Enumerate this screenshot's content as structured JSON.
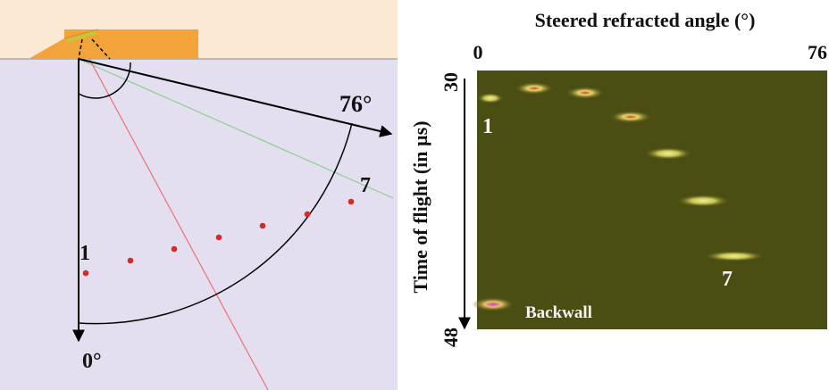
{
  "left_panel": {
    "angle_max_label": "76°",
    "angle_min_label": "0°",
    "point_first_label": "1",
    "point_last_label": "7"
  },
  "right_panel": {
    "x_axis_title": "Steered refracted angle (°)",
    "x_tick_start": "0",
    "x_tick_end": "76",
    "y_axis_title": "Time of flight (in µs)",
    "y_tick_top": "30",
    "y_tick_bottom": "48",
    "echo_first_label": "1",
    "echo_last_label": "7",
    "backwall_label": "Backwall"
  },
  "colors": {
    "background": "#ffffff",
    "air": "#fbe9d4",
    "specimen": "#e3dff0",
    "wedge": "#f2a33a",
    "probe": "#c9c23a",
    "defect_point": "#d42a2a",
    "red_ray": "#f07070",
    "green_ray": "#8fd08f",
    "bscan_background": "#4b4e12"
  }
}
